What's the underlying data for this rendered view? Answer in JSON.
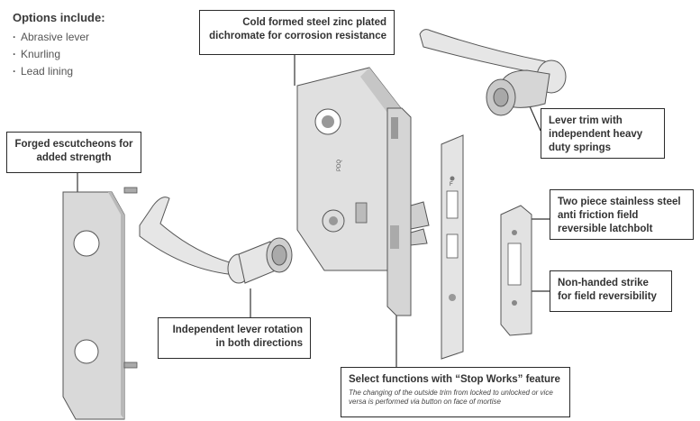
{
  "options": {
    "title": "Options include:",
    "items": [
      "Abrasive lever",
      "Knurling",
      "Lead lining"
    ]
  },
  "callouts": {
    "cold_formed": "Cold formed steel zinc plated dichromate for corrosion resistance",
    "escutcheons": "Forged escutcheons for added strength",
    "lever_trim": "Lever trim with independent heavy duty springs",
    "latchbolt": "Two piece stainless steel anti friction field reversible latchbolt",
    "strike": "Non-handed strike for field reversibility",
    "lever_rotation": "Independent lever rotation in both directions",
    "stop_works_title": "Select functions with “Stop Works” feature",
    "stop_works_desc": "The changing of the outside trim from locked to unlocked or vice versa is performed via button on face of mortise"
  },
  "part_marks": {
    "faceplate_text": "F",
    "case_label": "PDQ"
  }
}
